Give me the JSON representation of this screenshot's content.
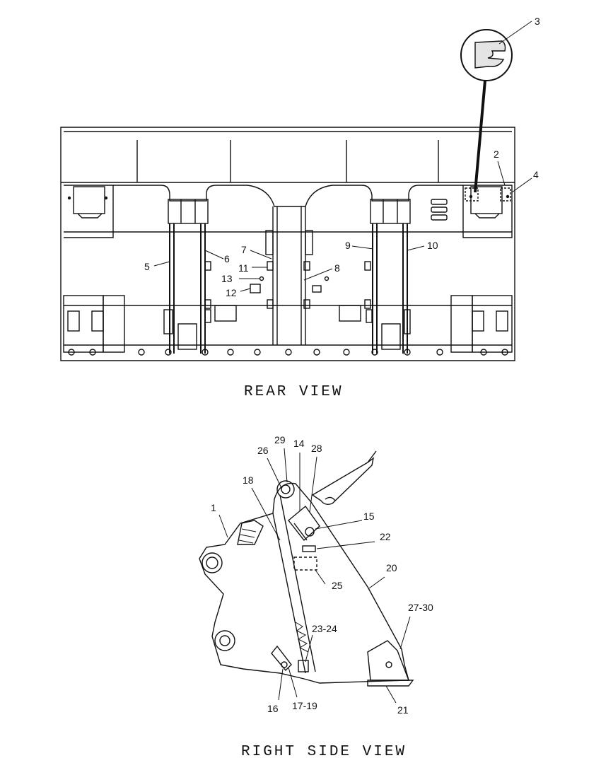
{
  "views": {
    "rear": {
      "title": "REAR VIEW"
    },
    "side": {
      "title": "RIGHT SIDE VIEW"
    }
  },
  "callouts": {
    "c1": "1",
    "c2": "2",
    "c3": "3",
    "c4": "4",
    "c5": "5",
    "c6": "6",
    "c7": "7",
    "c8": "8",
    "c9": "9",
    "c10": "10",
    "c11": "11",
    "c12": "12",
    "c13": "13",
    "c14": "14",
    "c15": "15",
    "c16": "16",
    "c17_19": "17-19",
    "c18": "18",
    "c20": "20",
    "c21": "21",
    "c22": "22",
    "c23_24": "23-24",
    "c25": "25",
    "c26": "26",
    "c27_30": "27-30",
    "c28": "28",
    "c29": "29"
  }
}
